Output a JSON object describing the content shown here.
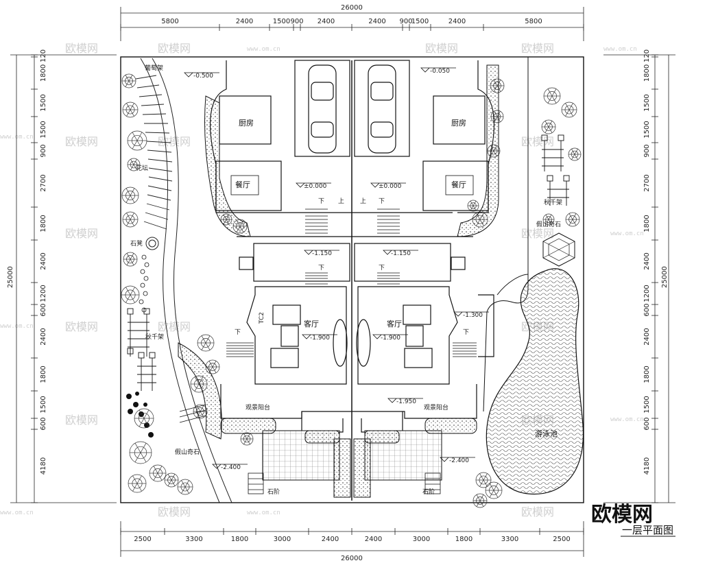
{
  "drawing": {
    "overall_width": "26000",
    "overall_depth": "25000",
    "top_dims": [
      "5800",
      "2400",
      "1500",
      "900",
      "2400",
      "2400",
      "900",
      "1500",
      "2400",
      "5800"
    ],
    "bottom_dims": [
      "2500",
      "3300",
      "1800",
      "3000",
      "2400",
      "2400",
      "3000",
      "1800",
      "3300",
      "2500"
    ],
    "left_dims": [
      "120",
      "1800",
      "1500",
      "1500",
      "900",
      "2700",
      "1800",
      "2400",
      "1200",
      "600",
      "2400",
      "1800",
      "1500",
      "600",
      "4180"
    ],
    "right_dims": [
      "120",
      "1800",
      "1500",
      "1500",
      "900",
      "2700",
      "1800",
      "2400",
      "1200",
      "600",
      "2400",
      "1800",
      "1500",
      "600",
      "4180"
    ]
  },
  "rooms": {
    "kitchen_l": "厨房",
    "kitchen_r": "厨房",
    "dining_l": "餐厅",
    "dining_r": "餐厅",
    "living_l": "客厅",
    "living_r": "客厅",
    "terrace_l": "观景阳台",
    "terrace_r": "观景阳台",
    "pool": "游泳池",
    "steps_l": "石阶",
    "steps_r": "石阶",
    "tc2": "TC2"
  },
  "landscape": {
    "rockery_l": "假山奇石",
    "rockery_r": "假山奇石",
    "swing_l": "秋千架",
    "swing_r": "秋千架",
    "stone_stool": "石凳",
    "flower_bed": "花坛",
    "trellis": "葡萄架"
  },
  "levels": {
    "lv_tl": "-0.500",
    "lv_tr": "-0.050",
    "lv_gl": "±0.000",
    "lv_gr": "±0.000",
    "lv_ml": "-1.150",
    "lv_mr": "-1.150",
    "lv_ll": "-1.900",
    "lv_lr": "-1.900",
    "lv_side": "-1.300",
    "lv_terr": "-1.950",
    "lv_yl": "-2.400",
    "lv_yr": "-2.400"
  },
  "stair": {
    "down": "下",
    "up": "上"
  },
  "watermark": {
    "brand": "欧模网",
    "url": "www.om.cn"
  },
  "footer": {
    "logo": "欧模网",
    "title": "一层平面图"
  }
}
